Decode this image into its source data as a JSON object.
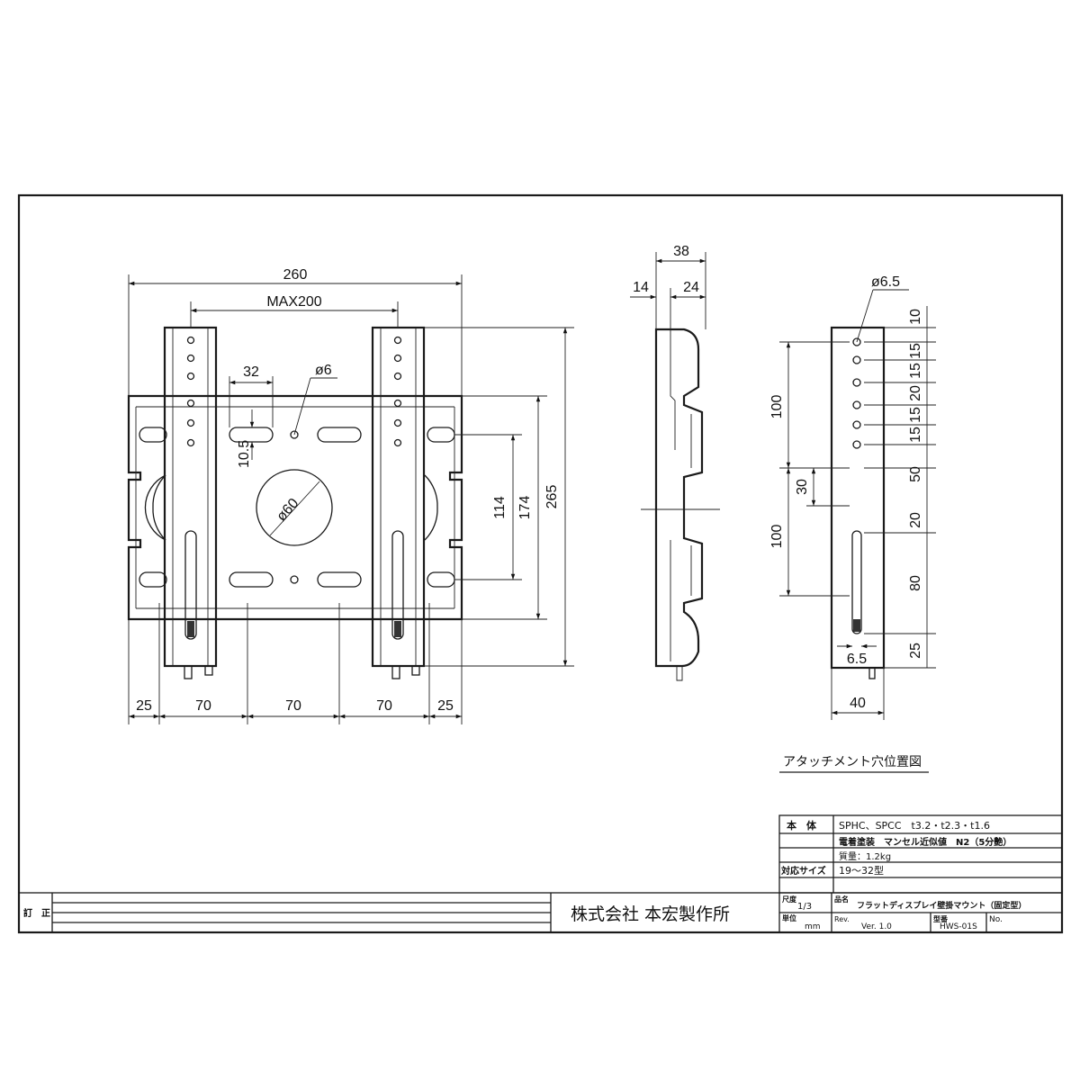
{
  "front_view": {
    "dims": {
      "w260": "260",
      "max200": "MAX200",
      "w32": "32",
      "d6": "ø6",
      "h10_5": "10.5",
      "d60": "ø60",
      "h114": "114",
      "h174": "174",
      "h265": "265",
      "b25a": "25",
      "b70a": "70",
      "b70b": "70",
      "b70c": "70",
      "b25b": "25"
    }
  },
  "side_view": {
    "dims": {
      "w38": "38",
      "w14": "14",
      "w24": "24"
    }
  },
  "attachment_view": {
    "dims": {
      "d6_5": "ø6.5",
      "r10": "10",
      "r15a": "15",
      "r15b": "15",
      "r20": "20",
      "r15c": "15",
      "r15d": "15",
      "l100a": "100",
      "r50": "50",
      "l30": "30",
      "r20b": "20",
      "l100b": "100",
      "r80": "80",
      "r25": "25",
      "w6_5": "6.5",
      "w40": "40"
    },
    "caption": "アタッチメント穴位置図"
  },
  "title_block": {
    "body_label": "本　体",
    "body_material": "SPHC、SPCC　t3.2・t2.3・t1.6",
    "coating": "電着塗装　マンセル近似値　N2（5分艶）",
    "mass": "質量：1.2kg",
    "size_label": "対応サイズ",
    "size_value": "19～32型",
    "revision_label": "訂　正",
    "company": "株式会社 本宏製作所",
    "scale_label": "尺度",
    "scale_value": "1/3",
    "unit_label": "単位",
    "unit_value": "mm",
    "name_label": "品名",
    "name_value": "フラットディスプレイ壁掛マウント（固定型）",
    "rev_label": "Rev.",
    "rev_value": "Ver. 1.0",
    "model_label": "型番",
    "model_value": "HWS-01S",
    "no_label": "No."
  }
}
